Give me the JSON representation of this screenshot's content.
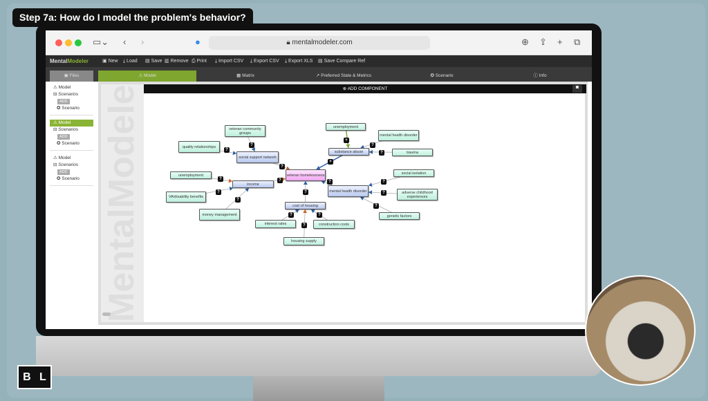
{
  "title": "Step 7a: How do I model the problem's behavior?",
  "browser": {
    "url": "mentalmodeler.com"
  },
  "app": {
    "logo_a": "Mental",
    "logo_b": "Modeler",
    "toolbar": [
      "New",
      "Load",
      "Save",
      "Remove",
      "Print",
      "Import CSV",
      "Export CSV",
      "Export XLS",
      "Save Compare Ref"
    ],
    "files_tab": "Files",
    "tabs": [
      "Model",
      "Matrix",
      "Preferred State & Metrics",
      "Scenario",
      "Info"
    ],
    "add_component": "ADD COMPONENT",
    "watermark": "MentalModeler"
  },
  "sidebar": {
    "groups": [
      {
        "model": "Model",
        "scenarios": "Scenarios",
        "add": "ADD",
        "scenario": "Scenario",
        "selected": false
      },
      {
        "model": "Model",
        "scenarios": "Scenarios",
        "add": "ADD",
        "scenario": "Scenario",
        "selected": true
      },
      {
        "model": "Model",
        "scenarios": "Scenarios",
        "add": "ADD",
        "scenario": "Scenario",
        "selected": false
      }
    ]
  },
  "nodes": [
    {
      "id": "vcg",
      "label": "veteran community groups",
      "type": "green"
    },
    {
      "id": "qr",
      "label": "quality relationships",
      "type": "green"
    },
    {
      "id": "ssn",
      "label": "social support network",
      "type": "blue"
    },
    {
      "id": "un1",
      "label": "unemployment",
      "type": "green"
    },
    {
      "id": "inc",
      "label": "income",
      "type": "blue"
    },
    {
      "id": "va",
      "label": "VA/disability benefits",
      "type": "green"
    },
    {
      "id": "mm",
      "label": "money management",
      "type": "green"
    },
    {
      "id": "vh",
      "label": "veteran homelessness",
      "type": "pink"
    },
    {
      "id": "coh",
      "label": "cost of housing",
      "type": "blue"
    },
    {
      "id": "ir",
      "label": "interest rates",
      "type": "green"
    },
    {
      "id": "cc",
      "label": "construction costs",
      "type": "green"
    },
    {
      "id": "hs",
      "label": "housing supply",
      "type": "green"
    },
    {
      "id": "un2",
      "label": "unemployment",
      "type": "green"
    },
    {
      "id": "mhd1",
      "label": "mental health disorder",
      "type": "green"
    },
    {
      "id": "sa",
      "label": "substance abuse",
      "type": "blue"
    },
    {
      "id": "tr",
      "label": "trauma",
      "type": "green"
    },
    {
      "id": "si",
      "label": "social isolation",
      "type": "green"
    },
    {
      "id": "mhd2",
      "label": "mental health disorder",
      "type": "blue"
    },
    {
      "id": "ace",
      "label": "adverse childhood experiences",
      "type": "green"
    },
    {
      "id": "gf",
      "label": "genetic factors",
      "type": "green"
    }
  ],
  "edges": [
    {
      "from": "vcg",
      "to": "ssn",
      "sign": "?",
      "color": "#2b5fa8"
    },
    {
      "from": "qr",
      "to": "ssn",
      "sign": "?",
      "color": "#2b5fa8"
    },
    {
      "from": "ssn",
      "to": "vh",
      "sign": "?",
      "color": "#c8642a"
    },
    {
      "from": "un1",
      "to": "inc",
      "sign": "?",
      "color": "#c8642a"
    },
    {
      "from": "va",
      "to": "inc",
      "sign": "?",
      "color": "#2b5fa8"
    },
    {
      "from": "mm",
      "to": "inc",
      "sign": "?",
      "color": "#2b5fa8"
    },
    {
      "from": "inc",
      "to": "vh",
      "sign": "?",
      "color": "#c8642a"
    },
    {
      "from": "coh",
      "to": "vh",
      "sign": "?",
      "color": "#2b5fa8"
    },
    {
      "from": "ir",
      "to": "coh",
      "sign": "?",
      "color": "#2b5fa8"
    },
    {
      "from": "cc",
      "to": "coh",
      "sign": "?",
      "color": "#2b5fa8"
    },
    {
      "from": "hs",
      "to": "coh",
      "sign": "?",
      "color": "#c8642a"
    },
    {
      "from": "un2",
      "to": "sa",
      "sign": "+",
      "color": "#7aa83a"
    },
    {
      "from": "mhd1",
      "to": "sa",
      "sign": "?",
      "color": "#2b5fa8"
    },
    {
      "from": "tr",
      "to": "sa",
      "sign": "?",
      "color": "#2b5fa8"
    },
    {
      "from": "sa",
      "to": "vh",
      "sign": "+",
      "color": "#2b5fa8"
    },
    {
      "from": "mhd2",
      "to": "vh",
      "sign": "?",
      "color": "#2b5fa8"
    },
    {
      "from": "si",
      "to": "mhd2",
      "sign": "?",
      "color": "#2b5fa8"
    },
    {
      "from": "ace",
      "to": "mhd2",
      "sign": "?",
      "color": "#2b5fa8"
    },
    {
      "from": "gf",
      "to": "mhd2",
      "sign": "?",
      "color": "#2b5fa8"
    }
  ],
  "brand": {
    "b": "B",
    "l": "L"
  }
}
